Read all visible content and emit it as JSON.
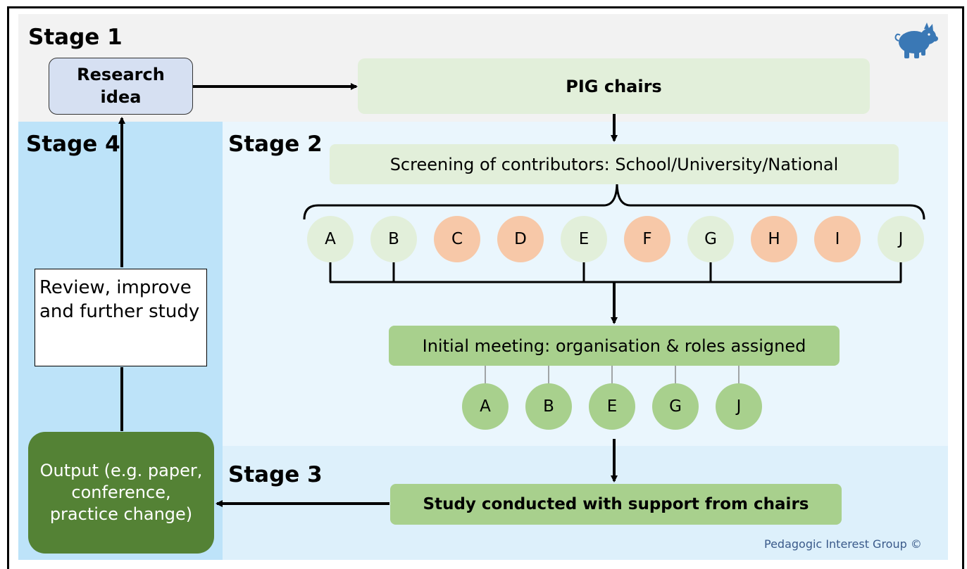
{
  "stage1": {
    "label": "Stage 1"
  },
  "stage2": {
    "label": "Stage 2"
  },
  "stage3": {
    "label": "Stage 3"
  },
  "stage4": {
    "label": "Stage 4"
  },
  "boxes": {
    "research_idea": "Research idea",
    "pig_chairs": "PIG chairs",
    "screening": "Screening of contributors: School/University/National",
    "initial_meeting": "Initial meeting: organisation & roles assigned",
    "study": "Study conducted with support from chairs",
    "output": "Output (e.g. paper, conference, practice change)",
    "review": "Review, improve and further study"
  },
  "contributors": [
    {
      "label": "A",
      "selected": true
    },
    {
      "label": "B",
      "selected": true
    },
    {
      "label": "C",
      "selected": false
    },
    {
      "label": "D",
      "selected": false
    },
    {
      "label": "E",
      "selected": true
    },
    {
      "label": "F",
      "selected": false
    },
    {
      "label": "G",
      "selected": true
    },
    {
      "label": "H",
      "selected": false
    },
    {
      "label": "I",
      "selected": false
    },
    {
      "label": "J",
      "selected": true
    }
  ],
  "selected_contributors": [
    "A",
    "B",
    "E",
    "G",
    "J"
  ],
  "footer": {
    "credit": "Pedagogic Interest Group ©"
  },
  "colors": {
    "stage1_bg": "#f2f2f2",
    "stage2_bg": "#eaf6fd",
    "stage3_bg": "#ddf0fb",
    "stage4_bg": "#bde3f9",
    "light_green": "#e2efda",
    "mid_green": "#a8d08d",
    "dark_green": "#548235",
    "orange": "#f7c8a8",
    "research_box": "#d6e0f2",
    "pig_icon": "#3a78b5"
  }
}
